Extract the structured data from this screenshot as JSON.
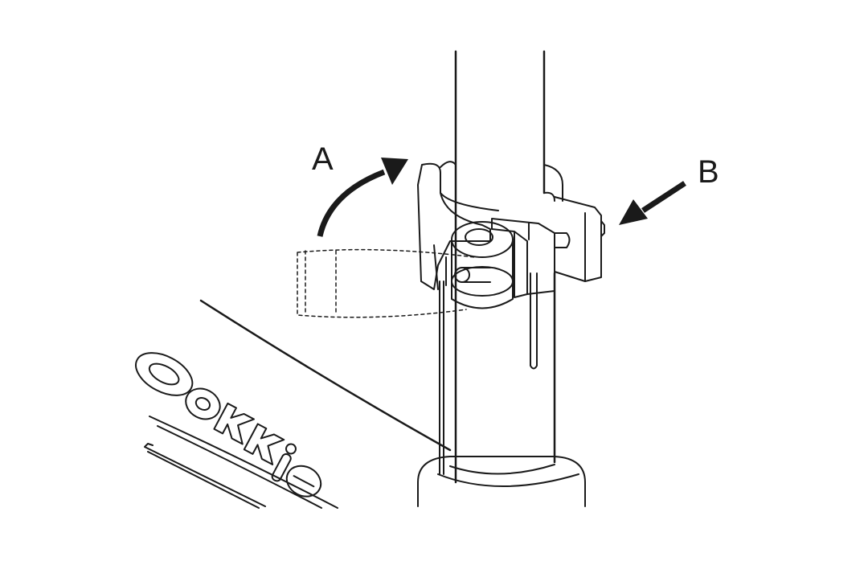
{
  "diagram": {
    "labels": {
      "a": "A",
      "b": "B"
    },
    "logo_text": "Ookkie",
    "colors": {
      "line": "#1a1a1a",
      "background": "#ffffff"
    }
  }
}
